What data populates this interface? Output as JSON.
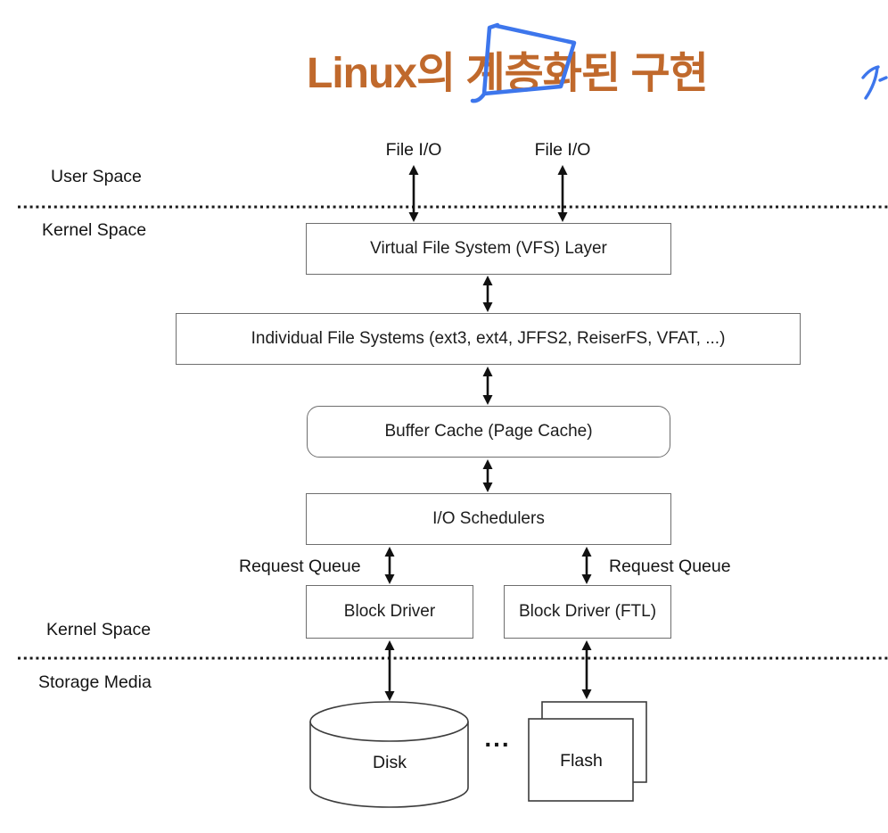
{
  "title": {
    "text": "Linux의 계층화된 구현"
  },
  "annotations": {
    "circled_words": "계층화",
    "handwritten_mark": "partial blue pen stroke (top-right, cut off)"
  },
  "regions": {
    "user_space": "User Space",
    "kernel_space_top": "Kernel Space",
    "kernel_space_bottom": "Kernel Space",
    "storage_media": "Storage Media"
  },
  "flow_labels": {
    "file_io_left": "File I/O",
    "file_io_right": "File I/O",
    "request_queue_left": "Request Queue",
    "request_queue_right": "Request Queue",
    "ellipsis": "..."
  },
  "layers": {
    "vfs": "Virtual File System (VFS) Layer",
    "individual_fs": "Individual File Systems (ext3, ext4, JFFS2, ReiserFS, VFAT, ...)",
    "buffer_cache": "Buffer Cache (Page Cache)",
    "io_schedulers": "I/O Schedulers",
    "block_driver": "Block Driver",
    "block_driver_ftl": "Block Driver (FTL)"
  },
  "storage": {
    "disk": "Disk",
    "flash": "Flash"
  },
  "colors": {
    "title": "#C0692C",
    "pen_blue": "#3D76EC",
    "box_border": "#6E6E6E",
    "line_black": "#1A1A1A",
    "background": "#FFFFFF"
  }
}
